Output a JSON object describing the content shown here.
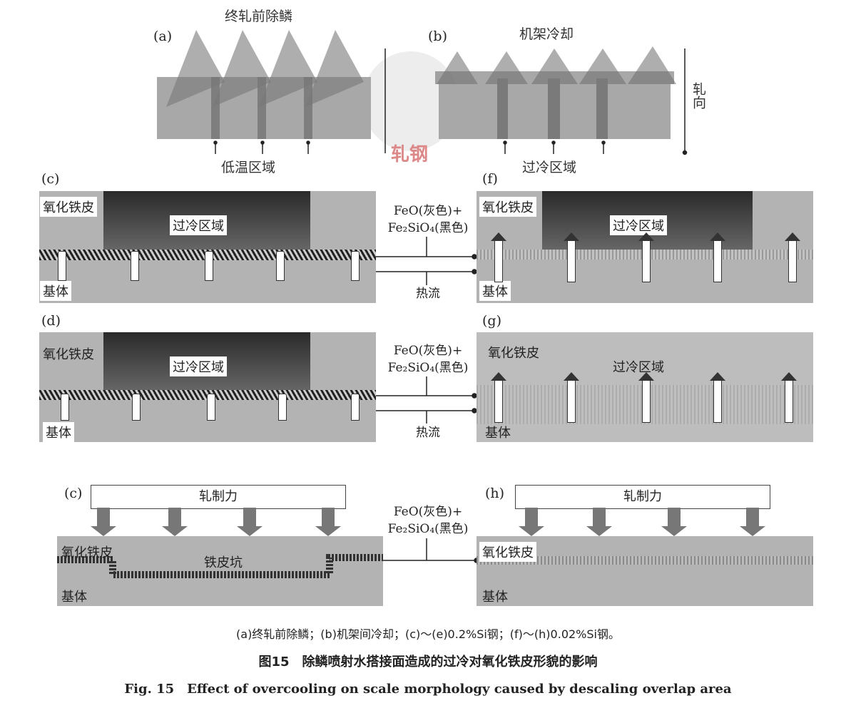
{
  "panel_a": {
    "label": "(a)",
    "title": "终轧前除鳞",
    "zone": "低温区域"
  },
  "panel_b": {
    "label": "(b)",
    "title": "机架冷却",
    "zone": "过冷区域",
    "direction": "轧向"
  },
  "watermark": "轧钢",
  "panel_c": {
    "label": "(c)",
    "scale": "氧化铁皮",
    "zone": "过冷区域",
    "substrate": "基体"
  },
  "panel_f": {
    "label": "(f)",
    "scale": "氧化铁皮",
    "zone": "过冷区域",
    "substrate": "基体"
  },
  "panel_d": {
    "label": "(d)",
    "scale": "氧化铁皮",
    "zone": "过冷区域",
    "substrate": "基体"
  },
  "panel_g": {
    "label": "(g)",
    "scale": "氧化铁皮",
    "zone": "过冷区域",
    "substrate": "基体"
  },
  "panel_e": {
    "label": "(c)",
    "force": "轧制力",
    "scale": "氧化铁皮",
    "pit": "铁皮坑",
    "substrate": "基体"
  },
  "panel_h": {
    "label": "(h)",
    "force": "轧制力",
    "scale": "氧化铁皮",
    "substrate": "基体"
  },
  "legend": {
    "feo": "FeO(灰色)+",
    "fe2sio4": "Fe₂SiO₄(黑色)",
    "heat_flow": "热流"
  },
  "caption": {
    "notes": "(a)终轧前除鳞；(b)机架间冷却；(c)～(e)0.2%Si钢；(f)～(h)0.02%Si钢。",
    "title_cn": "图15　除鳞喷射水搭接面造成的过冷对氧化铁皮形貌的影响",
    "title_en": "Fig. 15　Effect of overcooling on scale morphology caused by descaling overlap area"
  }
}
